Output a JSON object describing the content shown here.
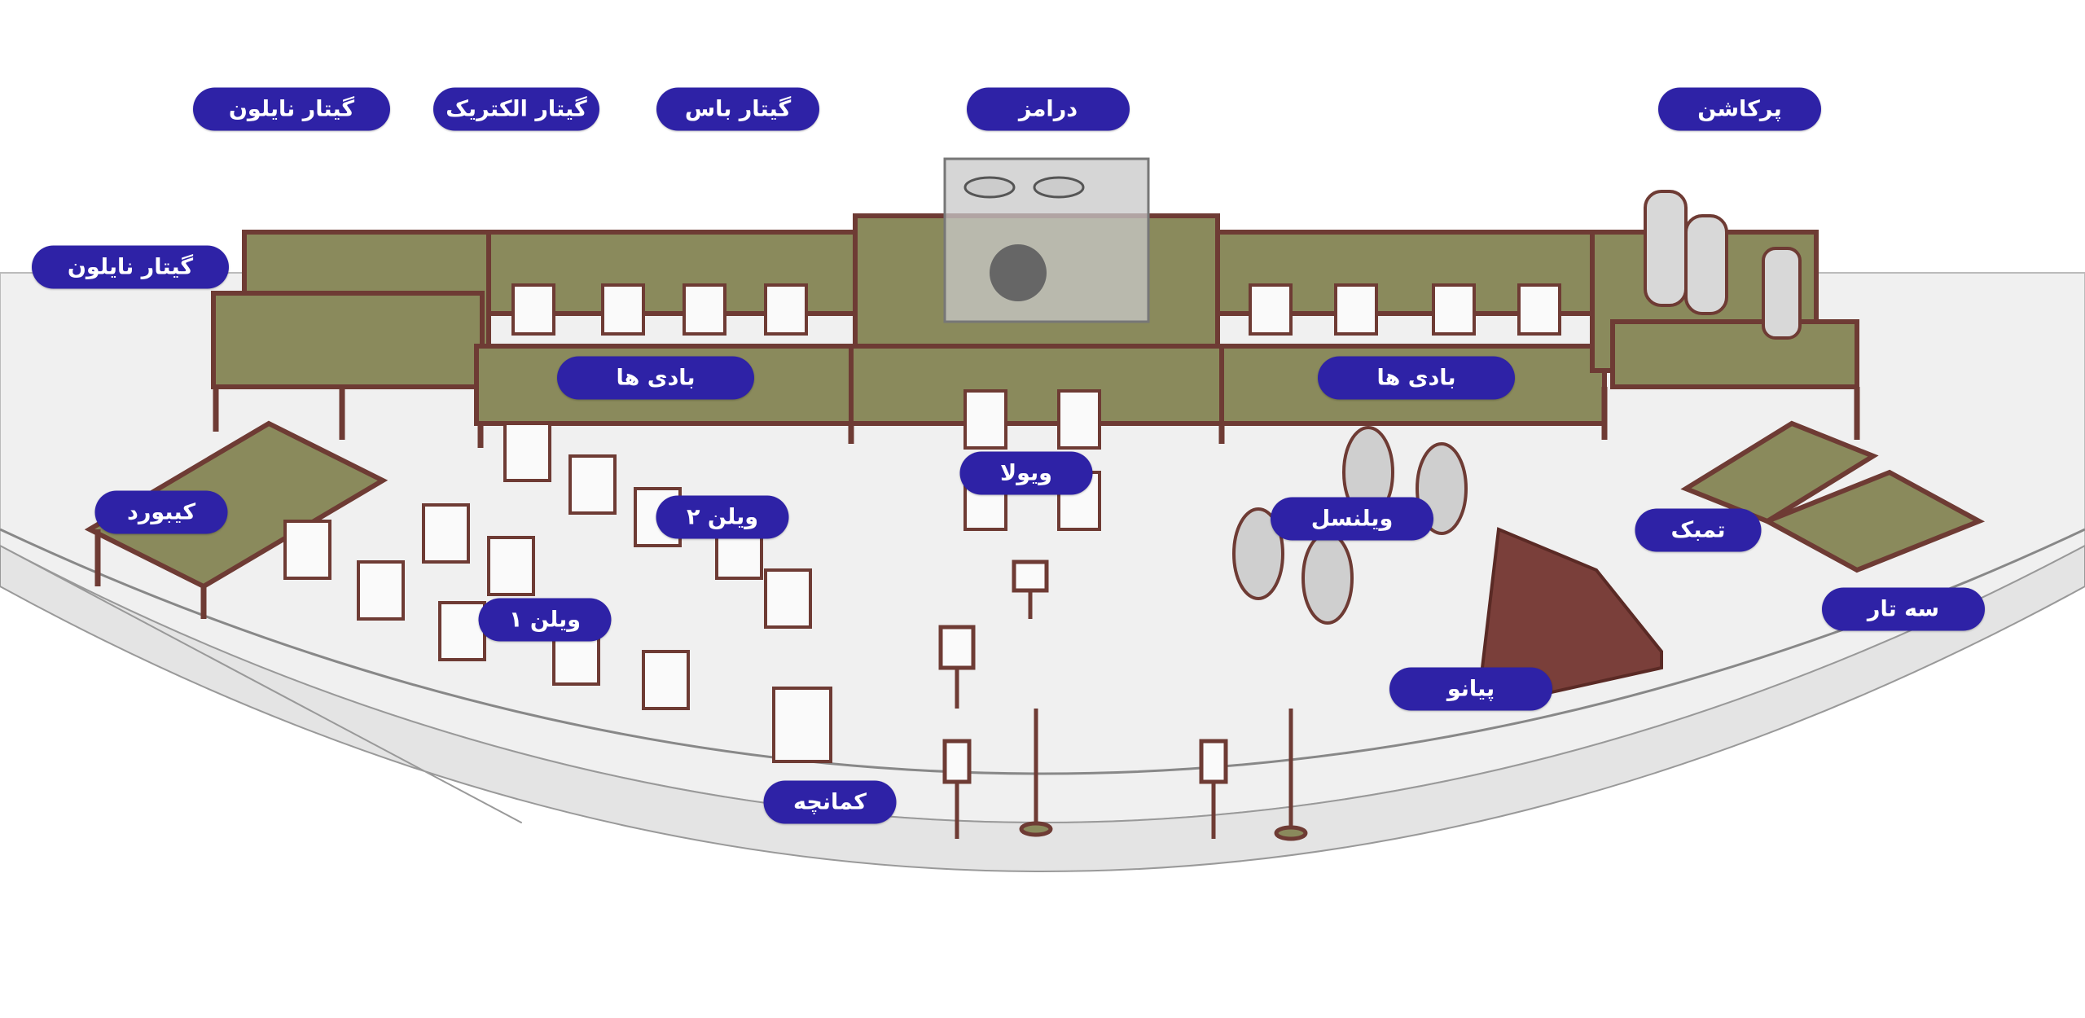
{
  "colors": {
    "label_bg": "#2e22a6",
    "label_text": "#ffffff",
    "platform": "#8a8a5c",
    "frame": "#6e3b34",
    "floor": "#f0f0f0"
  },
  "labels": {
    "nylon_guitar_top": "گیتار نایلون",
    "electric_guitar": "گیتار الکتریک",
    "bass_guitar": "گیتار باس",
    "drums": "درامز",
    "percussion": "پرکاشن",
    "nylon_guitar_left": "گیتار نایلون",
    "winds_left": "بادی ها",
    "winds_right": "بادی ها",
    "viola": "ویولا",
    "violin_2": "ویلن ۲",
    "keyboard": "کیبورد",
    "cello": "ویلنسل",
    "tombak": "تمبک",
    "violin_1": "ویلن ۱",
    "setar": "سه تار",
    "piano": "پیانو",
    "kamancheh": "کمانچه"
  }
}
